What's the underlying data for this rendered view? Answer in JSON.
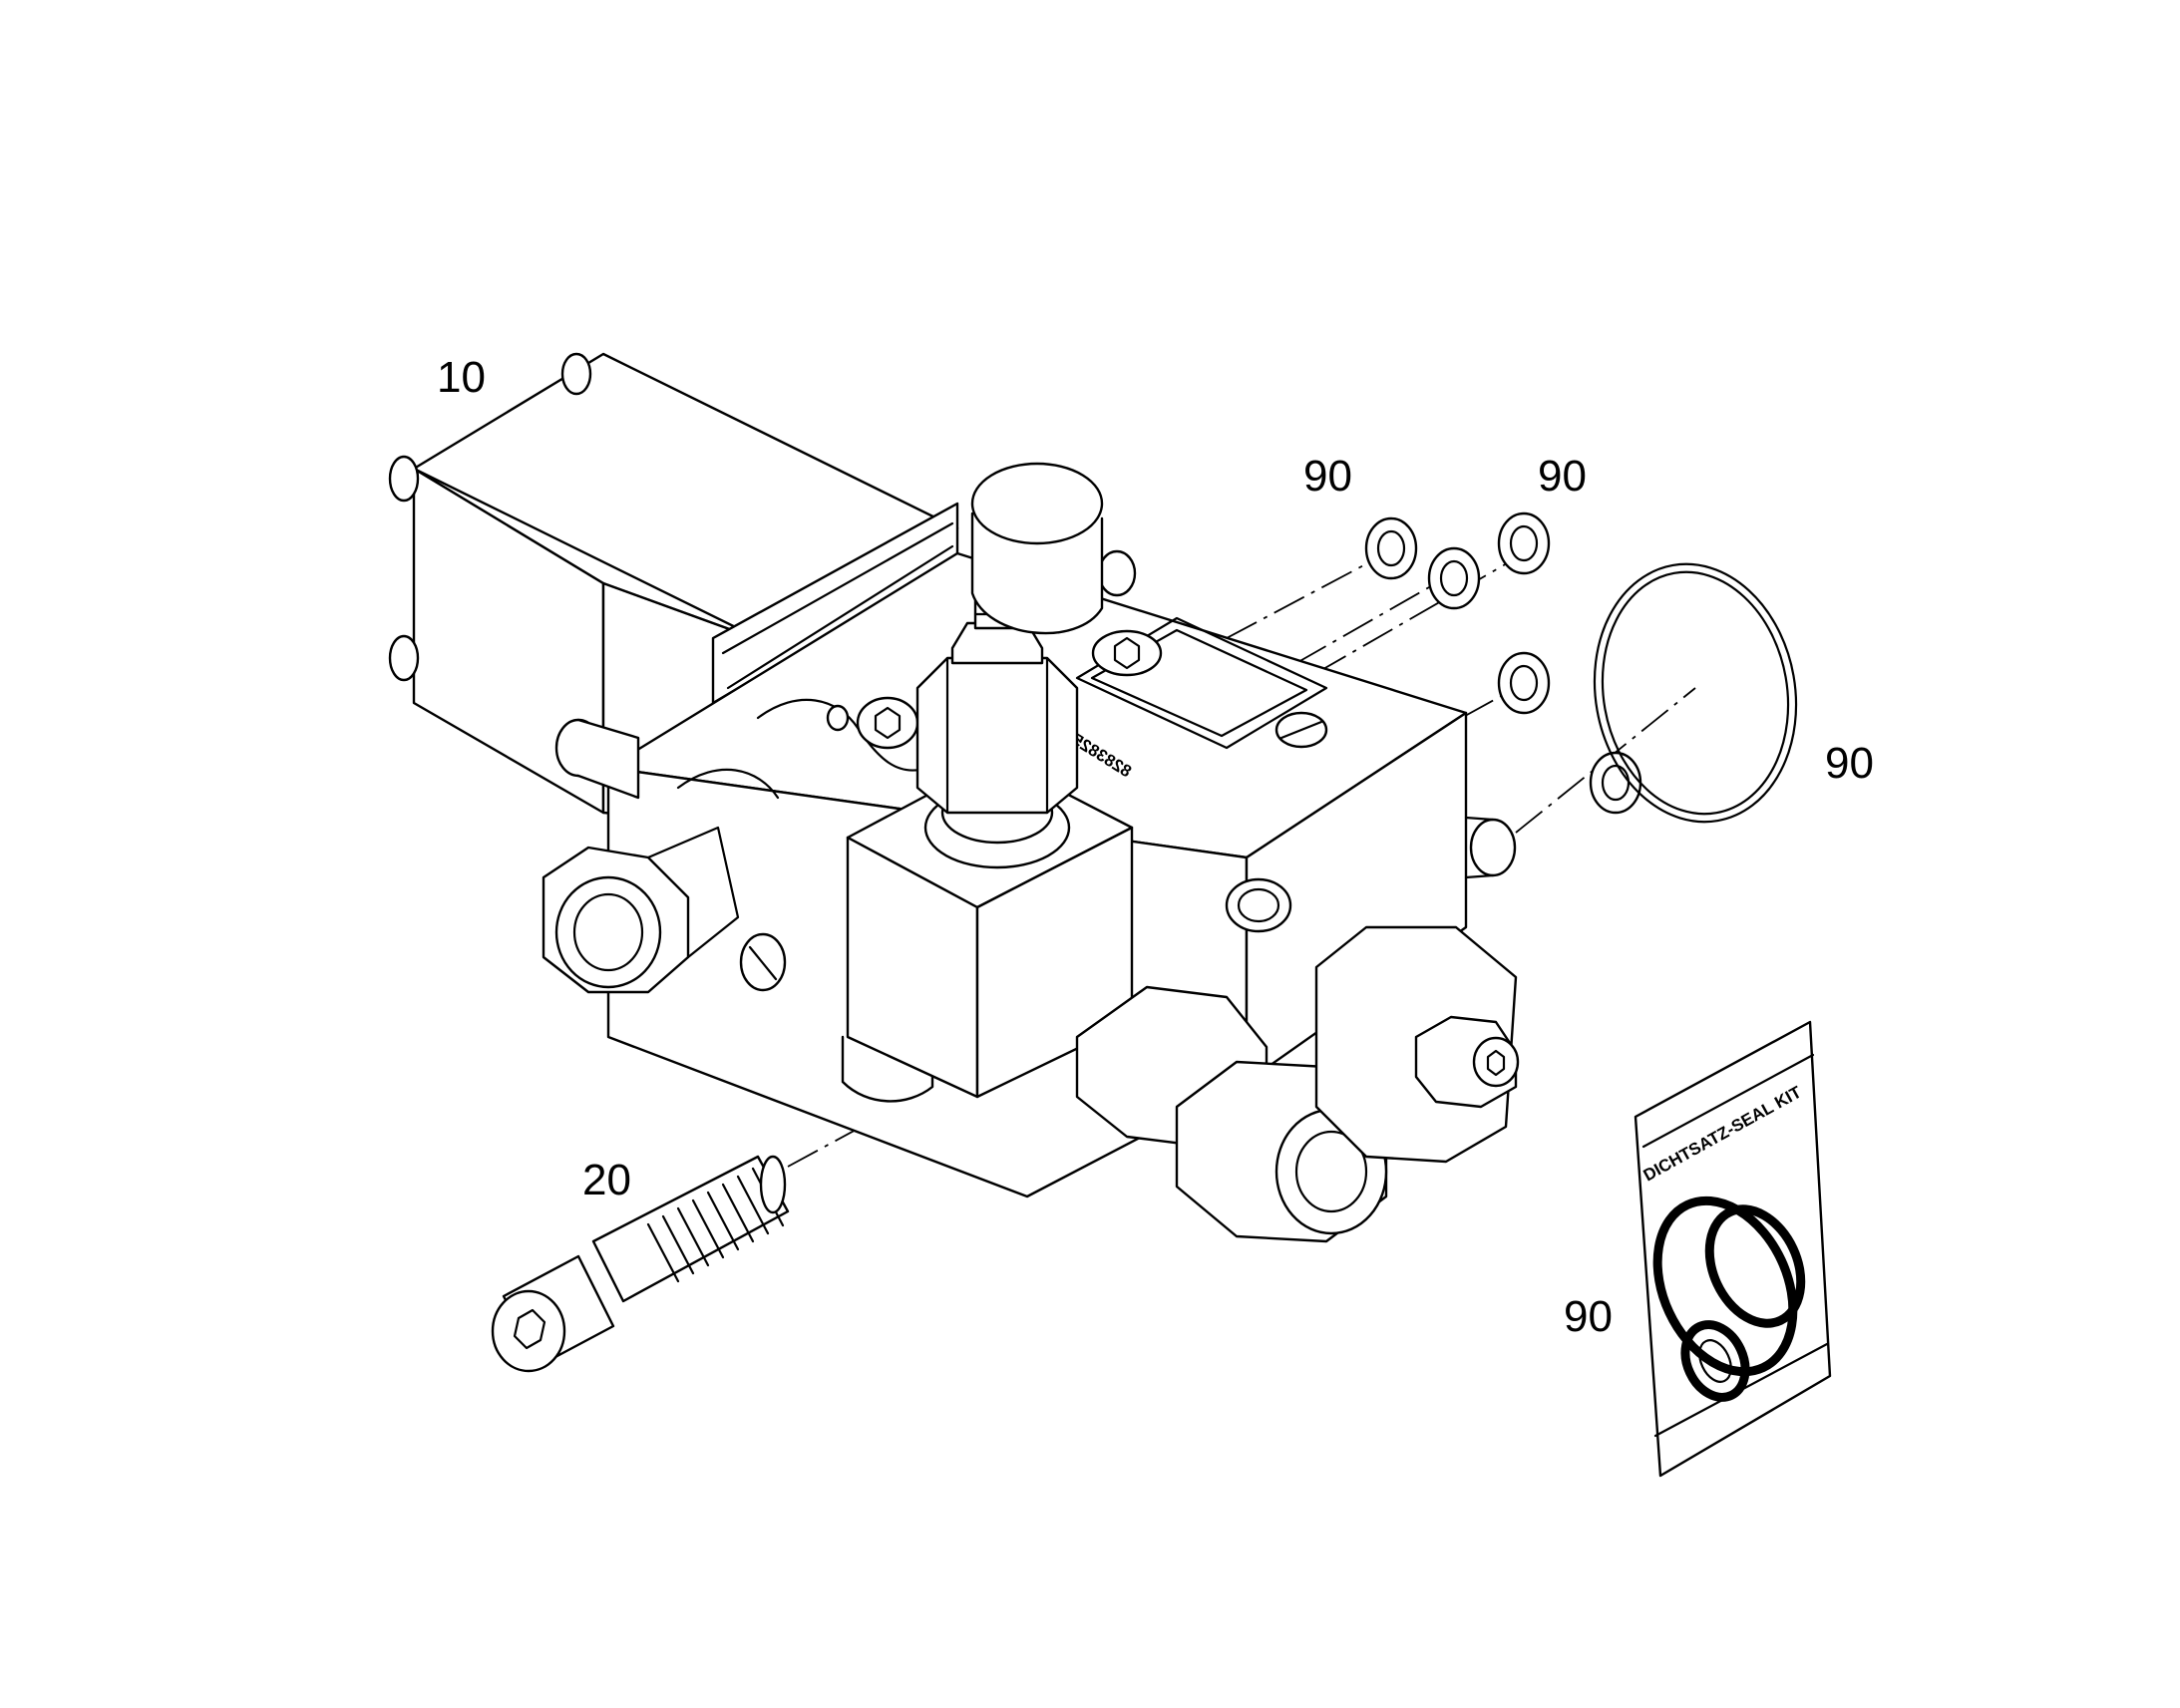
{
  "callouts": {
    "valve_block": "10",
    "seal_top_left": "90",
    "seal_top_right": "90",
    "o_ring_large": "90",
    "bolt": "20",
    "seal_kit": "90"
  },
  "block_marking": "8283825",
  "kit_label": "DICHTSATZ-SEAL KIT",
  "colors": {
    "line": "#000000",
    "background": "#ffffff"
  }
}
